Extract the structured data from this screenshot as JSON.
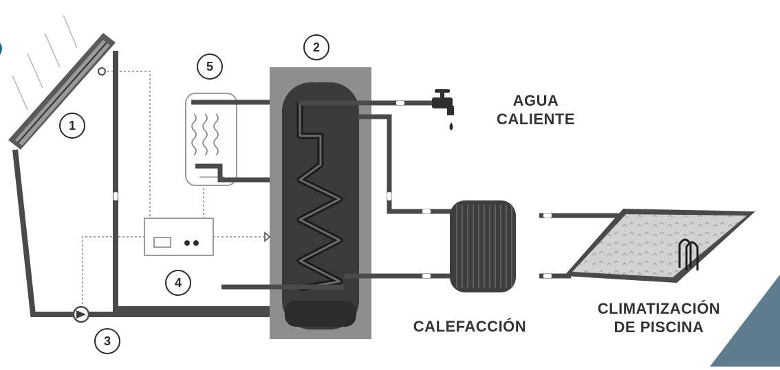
{
  "markers": [
    "1",
    "2",
    "3",
    "4",
    "5"
  ],
  "labels": {
    "agua_line1": "AGUA",
    "agua_line2": "CALIENTE",
    "calefaccion": "CALEFACCIÓN",
    "piscina_line1": "CLIMATIZACIÓN",
    "piscina_line2": "DE PISCINA"
  },
  "components": {
    "1": "solar-collector",
    "2": "storage-tank",
    "3": "circulation-pump",
    "4": "controller",
    "5": "auxiliary-boiler"
  },
  "colors": {
    "pipe": "#4a4a4a",
    "tank_outer": "#8e8e8e",
    "tank_inner": "#3a3a3a",
    "corner_accent": "#5f7b8e",
    "text": "#333333"
  }
}
